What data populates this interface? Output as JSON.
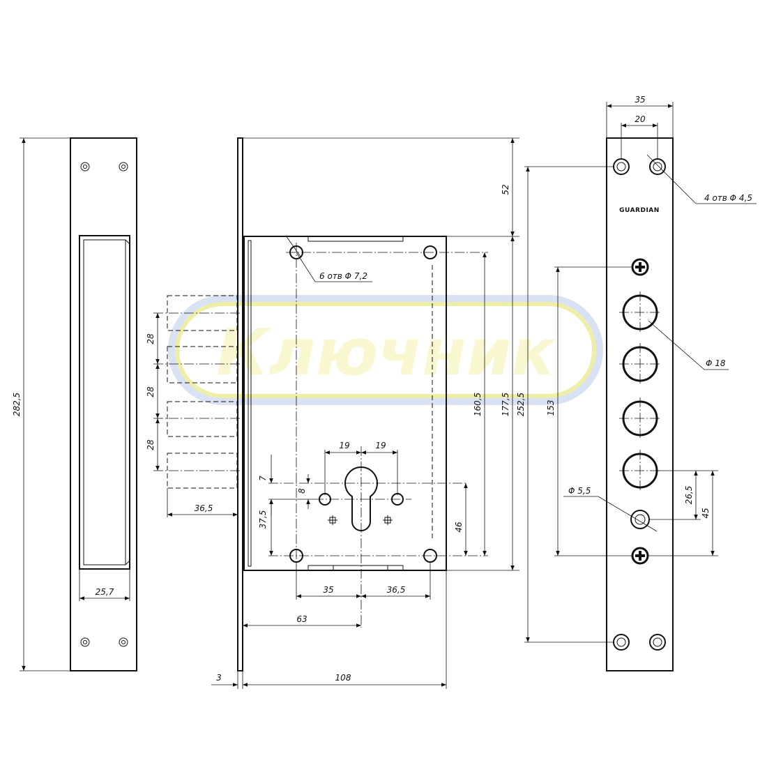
{
  "watermark": {
    "text": "Ключник",
    "fill": "#f3f2a8",
    "ring": "#e9e88a",
    "shield": "#c9d6ec"
  },
  "brand": {
    "text": "GUARDIAN"
  },
  "left_view": {
    "height": "282,5",
    "cutout_width": "25,7"
  },
  "center_view": {
    "top_offset": "52",
    "holes_note": "6 отв Φ 7,2",
    "bolt_pitch_1": "28",
    "bolt_pitch_2": "28",
    "bolt_pitch_3": "28",
    "bolt_throw": "36,5",
    "cyl_left": "19",
    "cyl_right": "19",
    "cyl_7": "7",
    "cyl_8": "8",
    "cyl_37_5": "37,5",
    "cyl_46": "46",
    "holes_vertical": "160,5",
    "case_height": "177,5",
    "total_height": "252,5",
    "bottom_35": "35",
    "bottom_36_5": "36,5",
    "backset": "63",
    "faceplate_thk": "3",
    "case_depth": "108"
  },
  "right_view": {
    "width": "35",
    "hole_spacing": "20",
    "holes_note": "4 отв Φ 4,5",
    "bolt_dia": "Φ 18",
    "small_hole": "Φ 5,5",
    "span": "153",
    "dim_26_5": "26,5",
    "dim_45": "45"
  }
}
